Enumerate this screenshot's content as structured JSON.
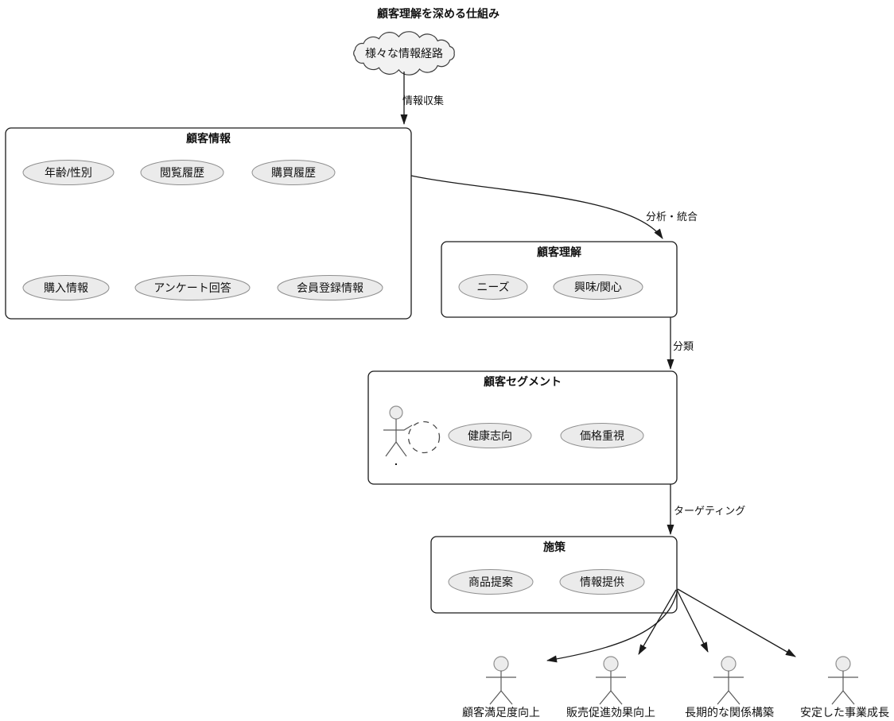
{
  "diagram": {
    "title": "顧客理解を深める仕組み",
    "cloud": {
      "label": "様々な情報経路"
    },
    "edges": {
      "collect": "情報収集",
      "analyze": "分析・統合",
      "classify": "分類",
      "targeting": "ターゲティング"
    },
    "boxes": {
      "customer_info": {
        "title": "顧客情報",
        "items": [
          "年齢/性別",
          "閲覧履歴",
          "購買履歴",
          "購入情報",
          "アンケート回答",
          "会員登録情報"
        ]
      },
      "customer_understanding": {
        "title": "顧客理解",
        "items": [
          "ニーズ",
          "興味/関心"
        ]
      },
      "customer_segment": {
        "title": "顧客セグメント",
        "actor_label": ".",
        "items": [
          "健康志向",
          "価格重視"
        ]
      },
      "measures": {
        "title": "施策",
        "items": [
          "商品提案",
          "情報提供"
        ]
      }
    },
    "outcomes": [
      "顧客満足度向上",
      "販売促進効果向上",
      "長期的な関係構築",
      "安定した事業成長"
    ],
    "colors": {
      "ellipse_fill": "#ebebeb",
      "box_fill": "#ffffff",
      "cloud_fill": "#f2f2f2",
      "stroke": "#1a1a1a"
    }
  }
}
